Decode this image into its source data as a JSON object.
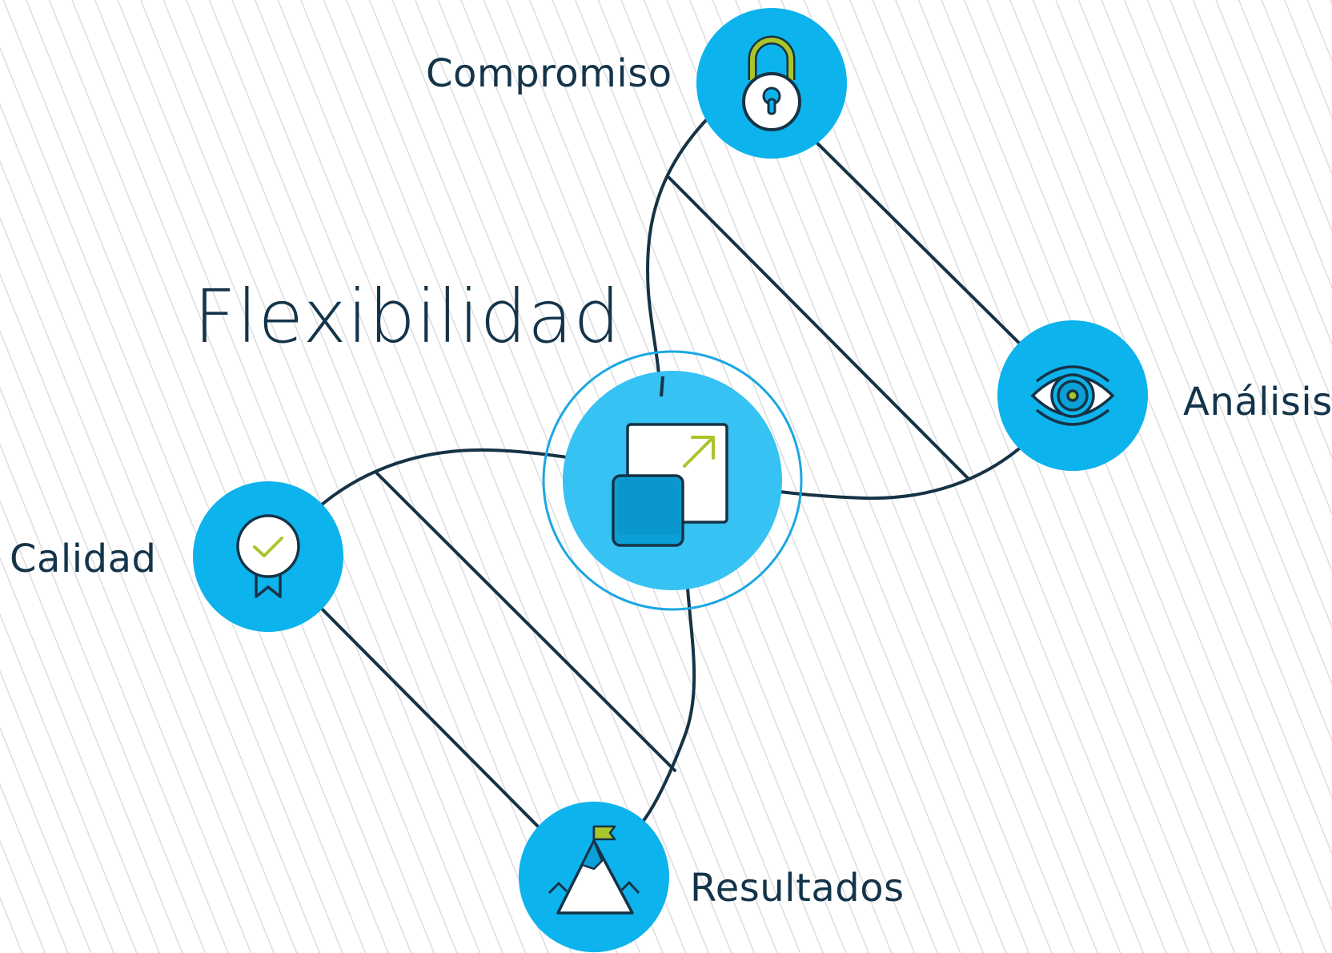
{
  "title": "Flexibilidad",
  "nodes": {
    "compromiso": {
      "label": "Compromiso",
      "icon": "padlock-icon"
    },
    "analisis": {
      "label": "Análisis",
      "icon": "eye-icon"
    },
    "calidad": {
      "label": "Calidad",
      "icon": "award-ribbon-icon"
    },
    "resultados": {
      "label": "Resultados",
      "icon": "mountain-flag-icon"
    },
    "center": {
      "icon": "resize-expand-icon"
    }
  },
  "colors": {
    "node_fill": "#0db3ec",
    "center_fill": "#36c2f2",
    "ring": "#1aa7e3",
    "line": "#163346",
    "accent": "#a8c62c",
    "text": "#14344a"
  }
}
